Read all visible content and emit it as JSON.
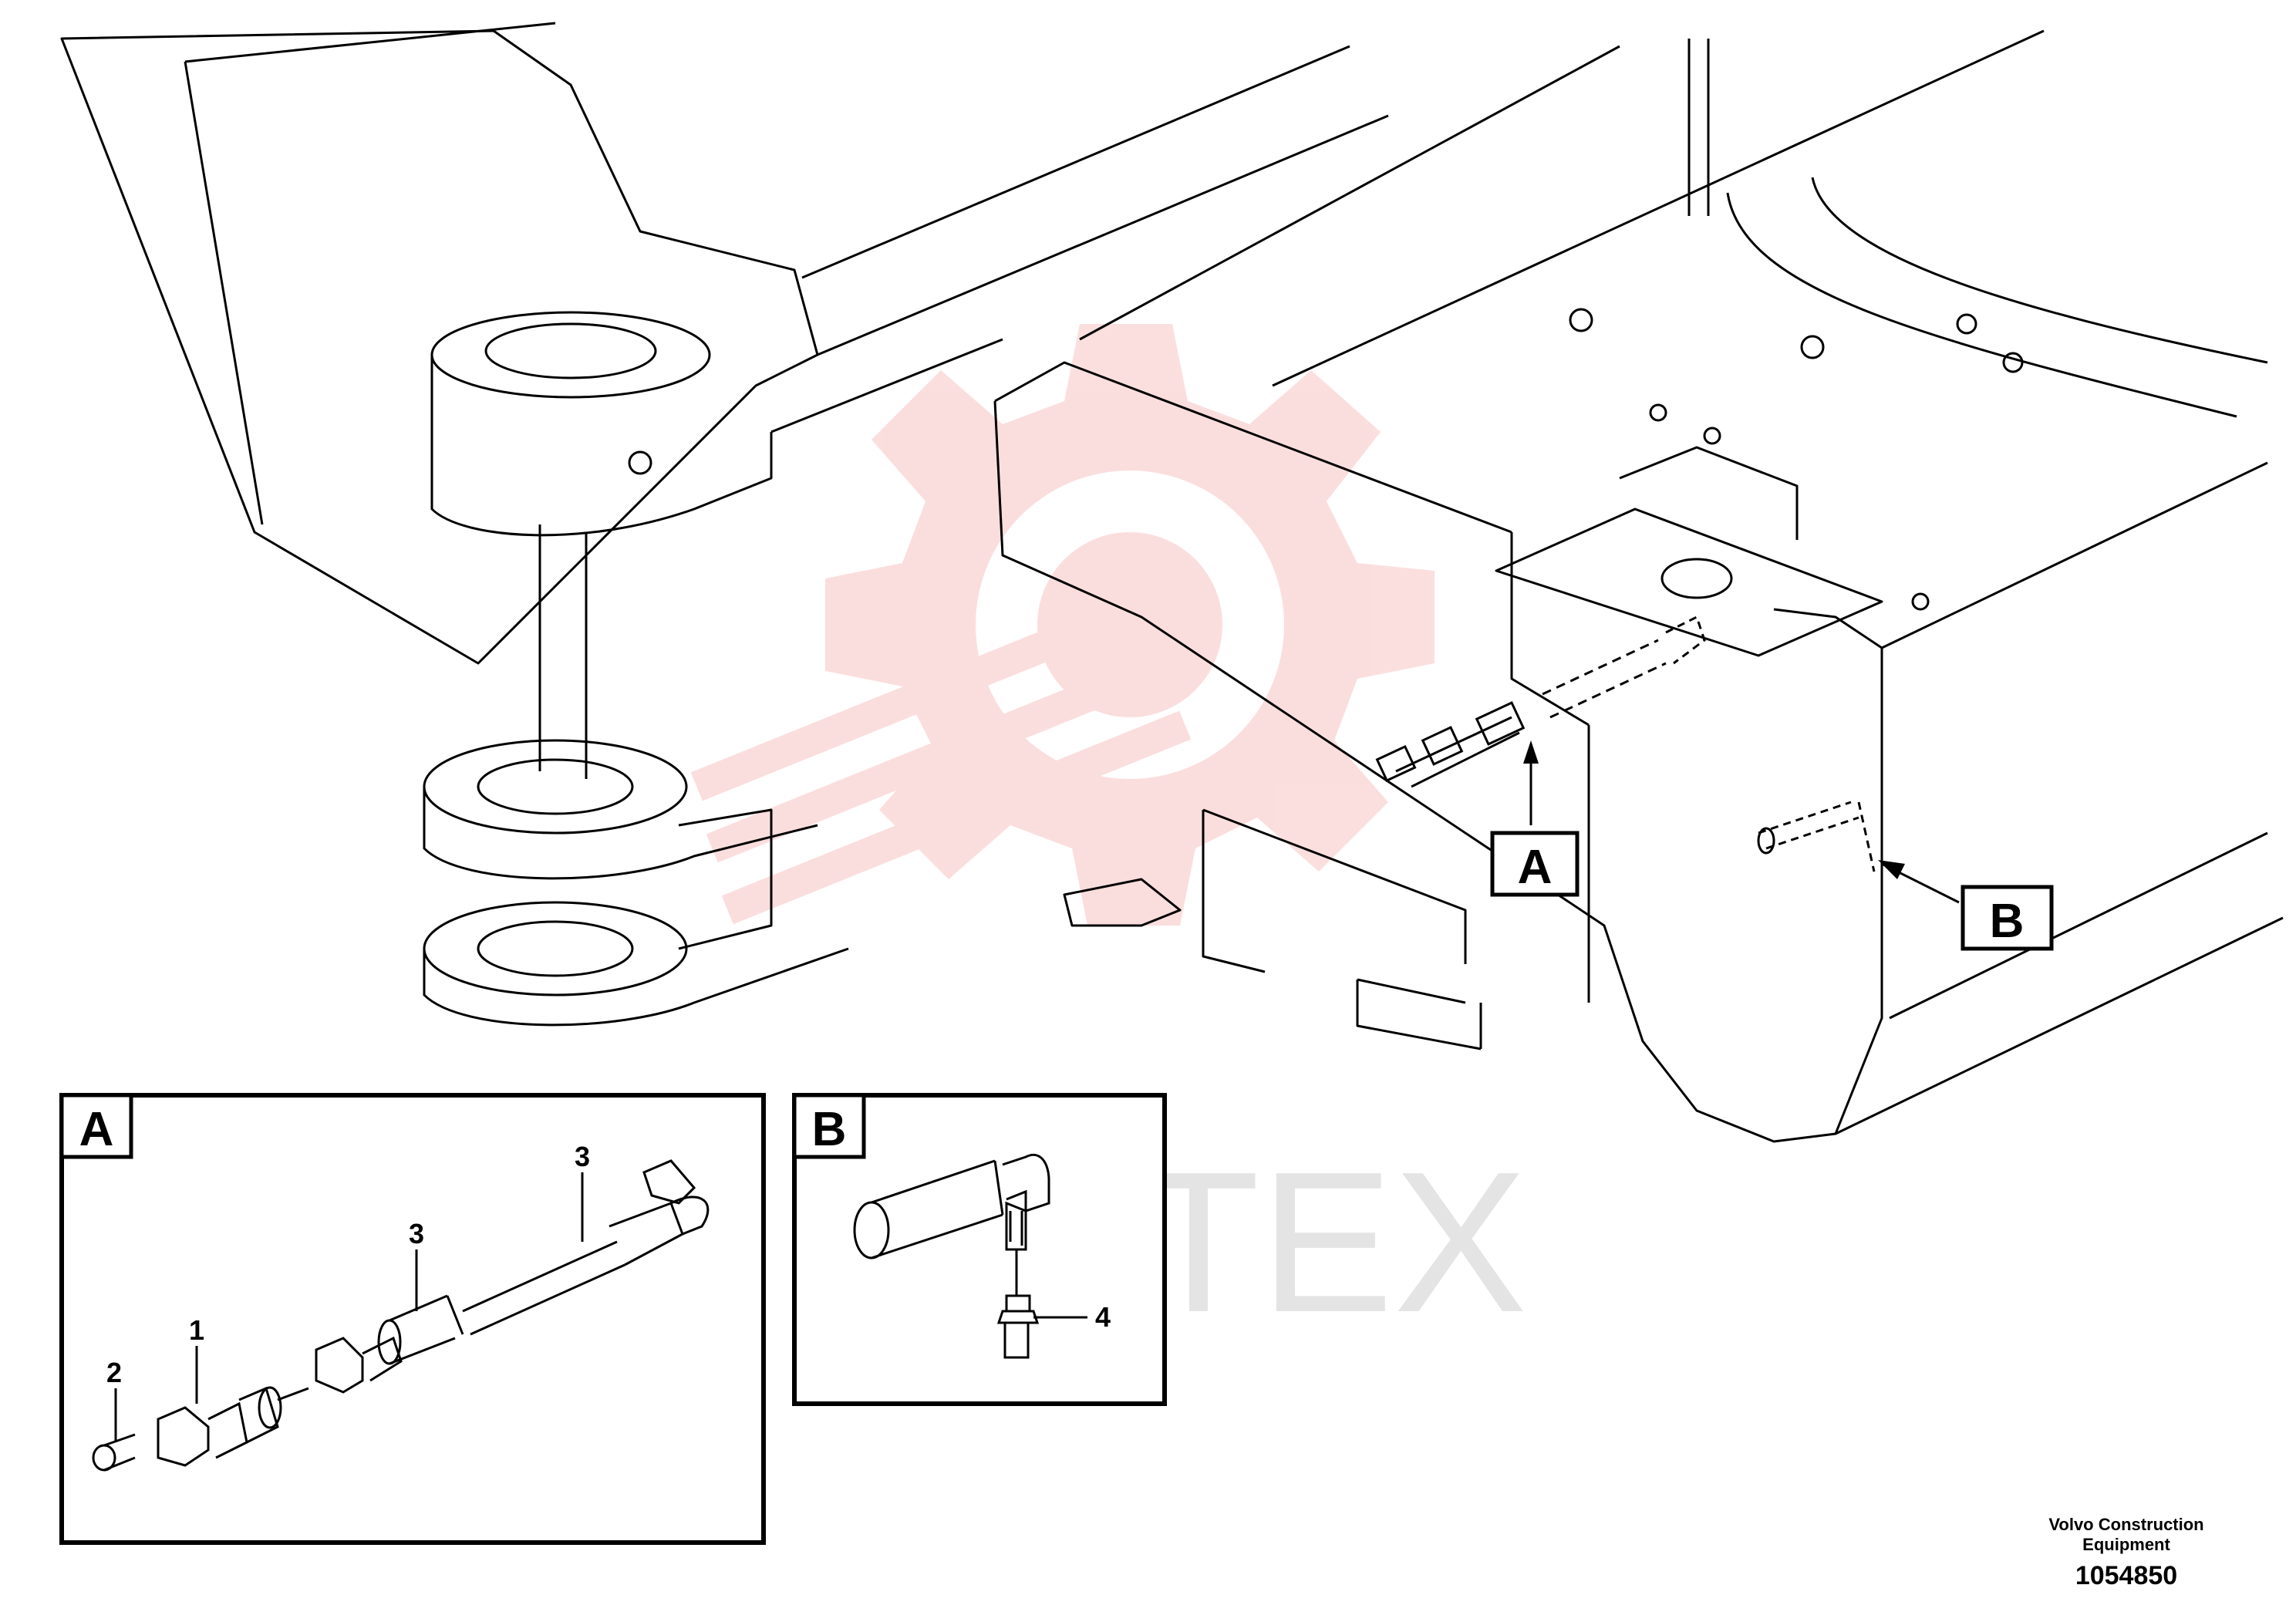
{
  "callouts": {
    "main_A": "A",
    "main_B": "B"
  },
  "detail_A": {
    "title": "A",
    "parts": [
      "1",
      "2",
      "3",
      "3"
    ]
  },
  "detail_B": {
    "title": "B",
    "parts": [
      "4"
    ]
  },
  "watermark": {
    "text": "ИНТЕХ",
    "color": "#e53935"
  },
  "footer": {
    "brand_line1": "Volvo Construction",
    "brand_line2": "Equipment",
    "doc_number": "1054850"
  }
}
